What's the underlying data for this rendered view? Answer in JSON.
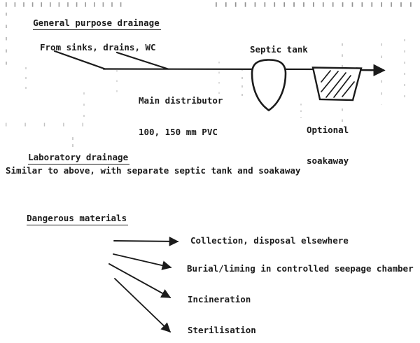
{
  "colors": {
    "ink": "#1b1b1b",
    "paper": "#ffffff"
  },
  "general_section": {
    "heading": "General purpose drainage",
    "feed_label": "From sinks, drains, WC",
    "septic_tank_label": "Septic tank",
    "distributor_line1": "Main distributor",
    "distributor_line2": "100, 150 mm PVC",
    "soakaway_line1": "Optional",
    "soakaway_line2": "soakaway"
  },
  "laboratory_section": {
    "heading": "Laboratory drainage",
    "note": "Similar to above, with separate septic tank and soakaway"
  },
  "dangerous_section": {
    "heading": "Dangerous materials",
    "options": [
      "Collection, disposal elsewhere",
      "Burial/liming in controlled seepage chamber",
      "Incineration",
      "Sterilisation"
    ]
  }
}
